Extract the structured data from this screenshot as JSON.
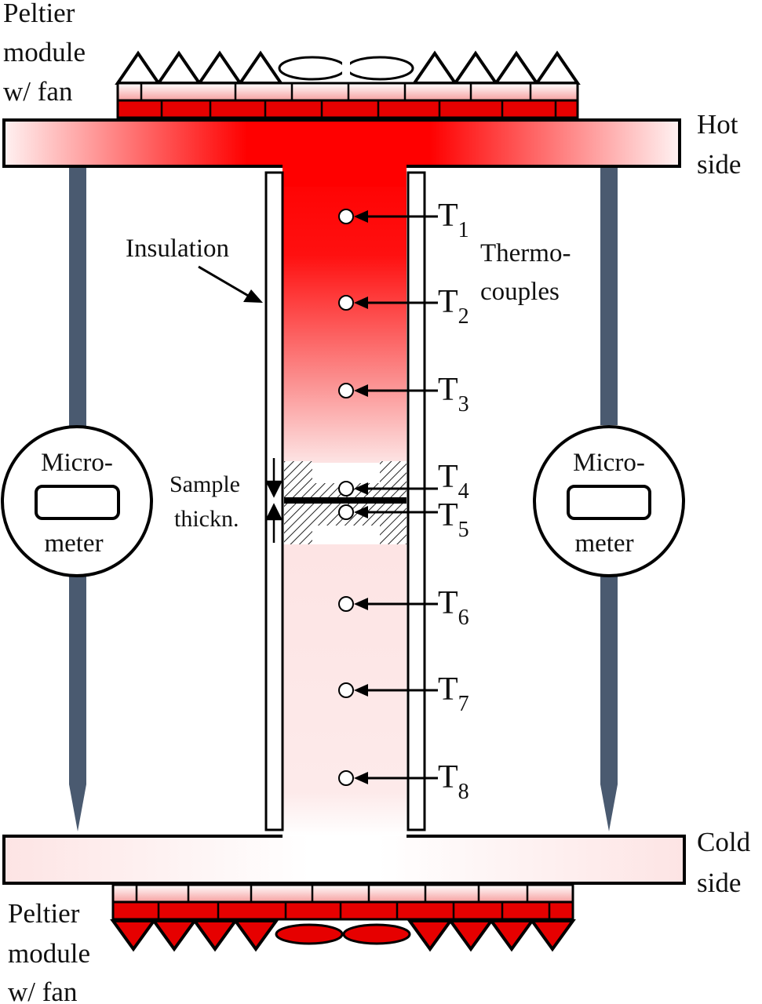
{
  "labels": {
    "top_module": [
      "Peltier",
      "module",
      "w/ fan"
    ],
    "bottom_module": [
      "Peltier",
      "module",
      "w/ fan"
    ],
    "hot_side": [
      "Hot",
      "side"
    ],
    "cold_side": [
      "Cold",
      "side"
    ],
    "insulation": "Insulation",
    "thermocouples": [
      "Thermo-",
      "couples"
    ],
    "sample_thickness": [
      "Sample",
      "thickn."
    ],
    "micrometer_left": [
      "Micro-",
      "meter"
    ],
    "micrometer_right": [
      "Micro-",
      "meter"
    ]
  },
  "thermocouples": [
    {
      "main": "T",
      "sub": "1"
    },
    {
      "main": "T",
      "sub": "2"
    },
    {
      "main": "T",
      "sub": "3"
    },
    {
      "main": "T",
      "sub": "4"
    },
    {
      "main": "T",
      "sub": "5"
    },
    {
      "main": "T",
      "sub": "6"
    },
    {
      "main": "T",
      "sub": "7"
    },
    {
      "main": "T",
      "sub": "8"
    }
  ],
  "colors": {
    "hot": "#ff0000",
    "warm_light": "#fde7e7",
    "plate_edge": "#fdecec",
    "micrometer_rod": "#4a5a70",
    "outline": "#000000"
  }
}
